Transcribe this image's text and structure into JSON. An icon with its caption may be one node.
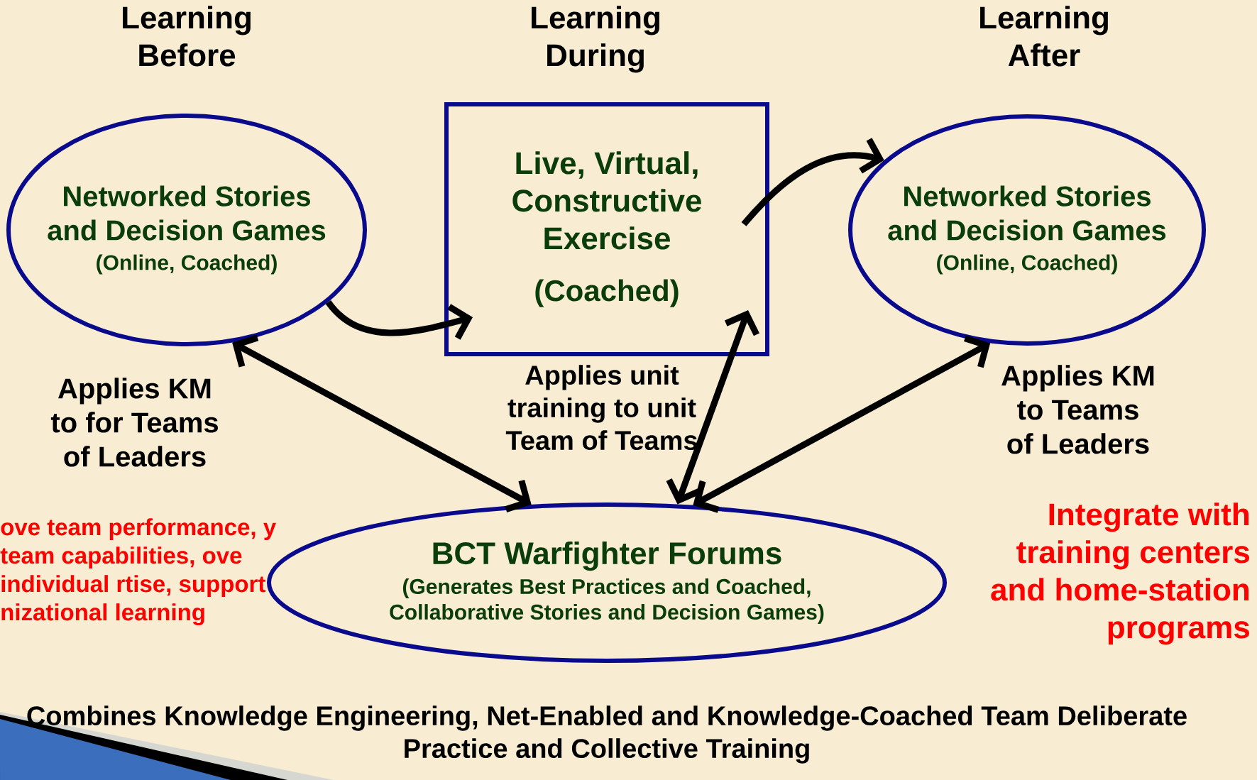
{
  "diagram": {
    "caption": "Combines Knowledge Engineering, Net-Enabled and Knowledge-Coached Team Deliberate Practice and Collective Training",
    "nodes": [
      {
        "text": [
          "Networked Stories and Decision Games",
          "(Online, Coached)"
        ]
      },
      {
        "text": [
          "Live, Virtual, Constructive Exercise",
          "(Coached)"
        ]
      },
      {
        "text": [
          "Networked Stories and Decision Games",
          "(Online, Coached)"
        ]
      },
      {
        "text": [
          "BCT Warfighter Forums",
          "(Generates Best Practices and Coached, Collaborative Stories and Decision Games)"
        ]
      }
    ],
    "edges": [
      {
        "from": 0,
        "to": 1,
        "arrow": "to"
      },
      {
        "from": 1,
        "to": 2,
        "arrow": "to"
      },
      {
        "from": 0,
        "to": 3,
        "arrow": "both"
      },
      {
        "from": 1,
        "to": 3,
        "arrow": "both"
      },
      {
        "from": 2,
        "to": 3,
        "arrow": "both"
      }
    ],
    "labels": [
      "Learning Before",
      "Learning During",
      "Learning After",
      "Applies KM to for Teams of Leaders",
      "Applies unit training to unit Team of Teams",
      "Applies KM to Teams of Leaders",
      "ove team performance, y team capabilities, ove individual rtise, support nizational learning",
      "Integrate with training centers and home-station programs"
    ]
  }
}
